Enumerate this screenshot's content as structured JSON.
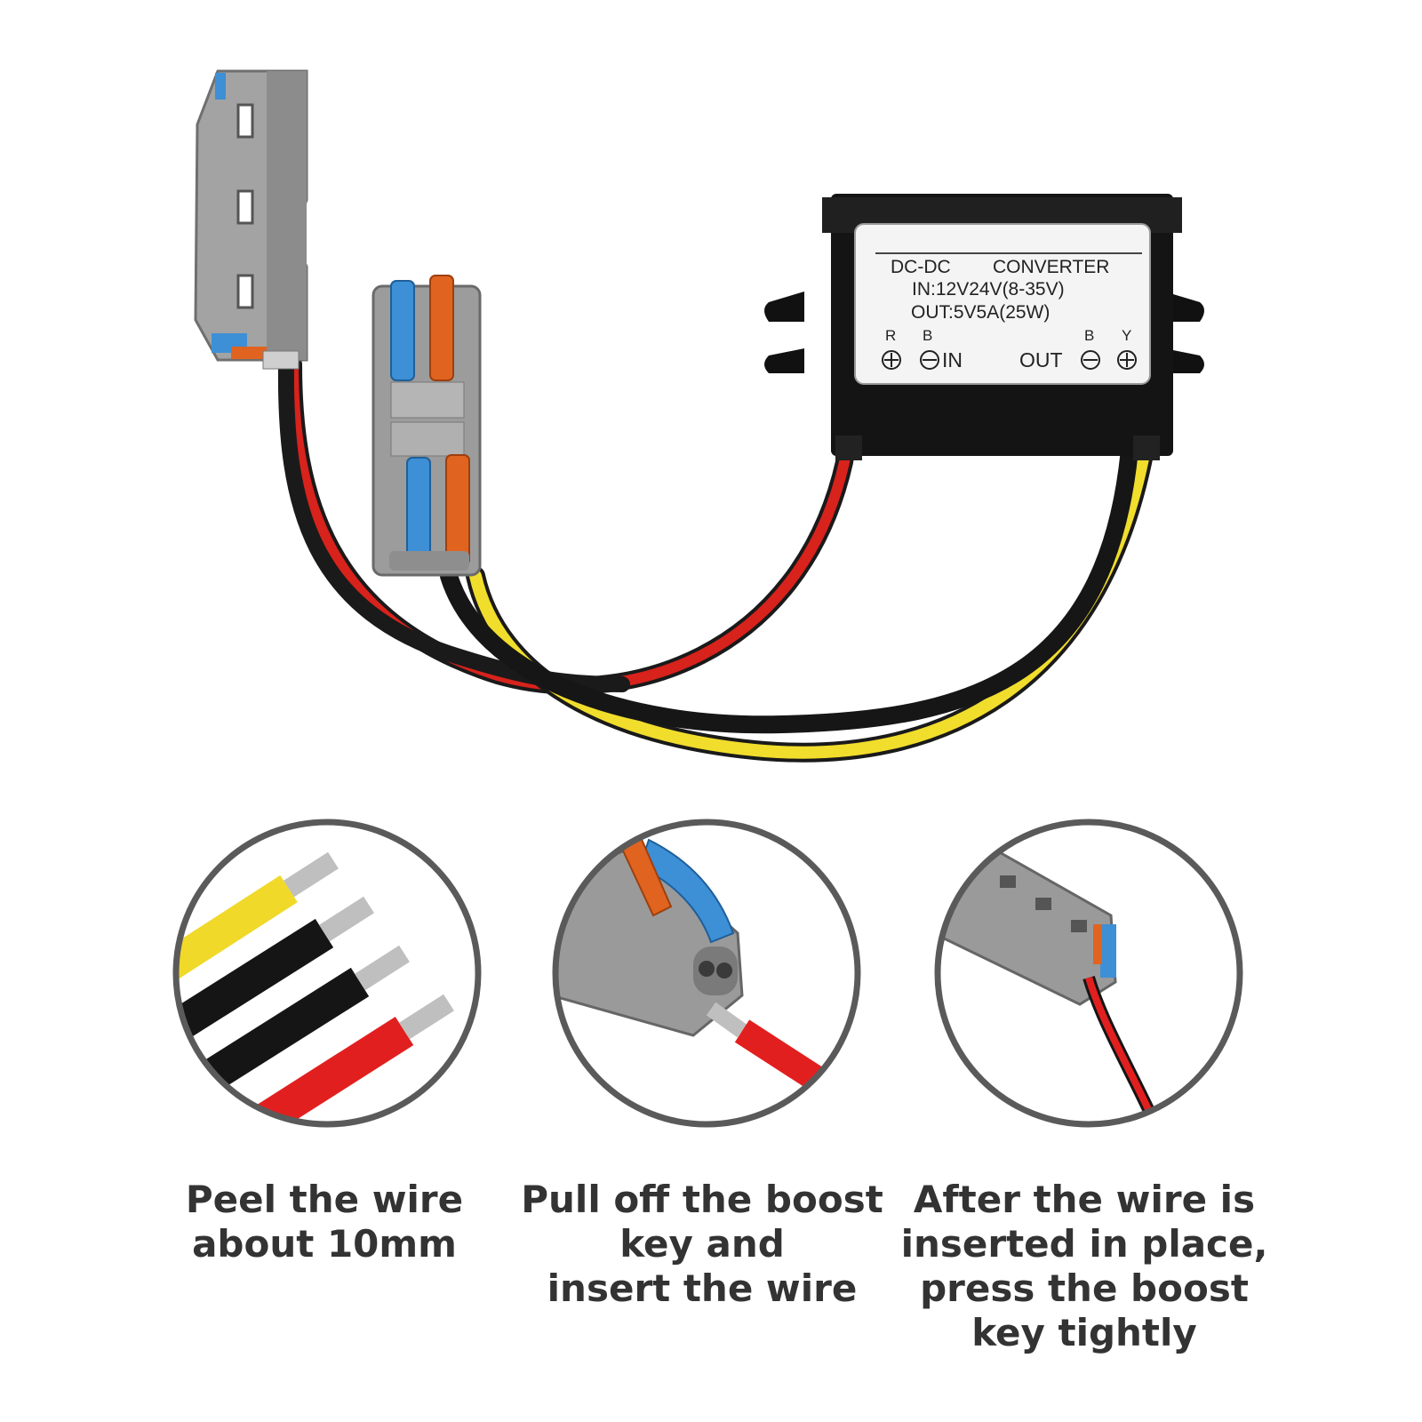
{
  "converter_label": {
    "title_left": "DC-DC",
    "title_right": "CONVERTER",
    "input_line": "IN:12V24V(8-35V)",
    "output_line": "OUT:5V5A(25W)",
    "terminal_r": "R",
    "terminal_b_in": "B",
    "in_text": "IN",
    "out_text": "OUT",
    "terminal_b_out": "B",
    "terminal_y": "Y"
  },
  "steps": [
    {
      "lines": [
        "Peel the wire",
        "about 10mm"
      ]
    },
    {
      "lines": [
        "Pull off the boost",
        "key and",
        "insert the wire"
      ]
    },
    {
      "lines": [
        "After the wire is",
        "inserted in place,",
        "press the boost",
        "key tightly"
      ]
    }
  ],
  "colors": {
    "wire_red": "#d8221c",
    "wire_black": "#1a1a1a",
    "wire_yellow": "#f1dd2c",
    "connector_gray": "#9a9a9a",
    "lever_blue": "#3d8fd6",
    "lever_orange": "#e0641f",
    "caption_text": "#333333"
  }
}
